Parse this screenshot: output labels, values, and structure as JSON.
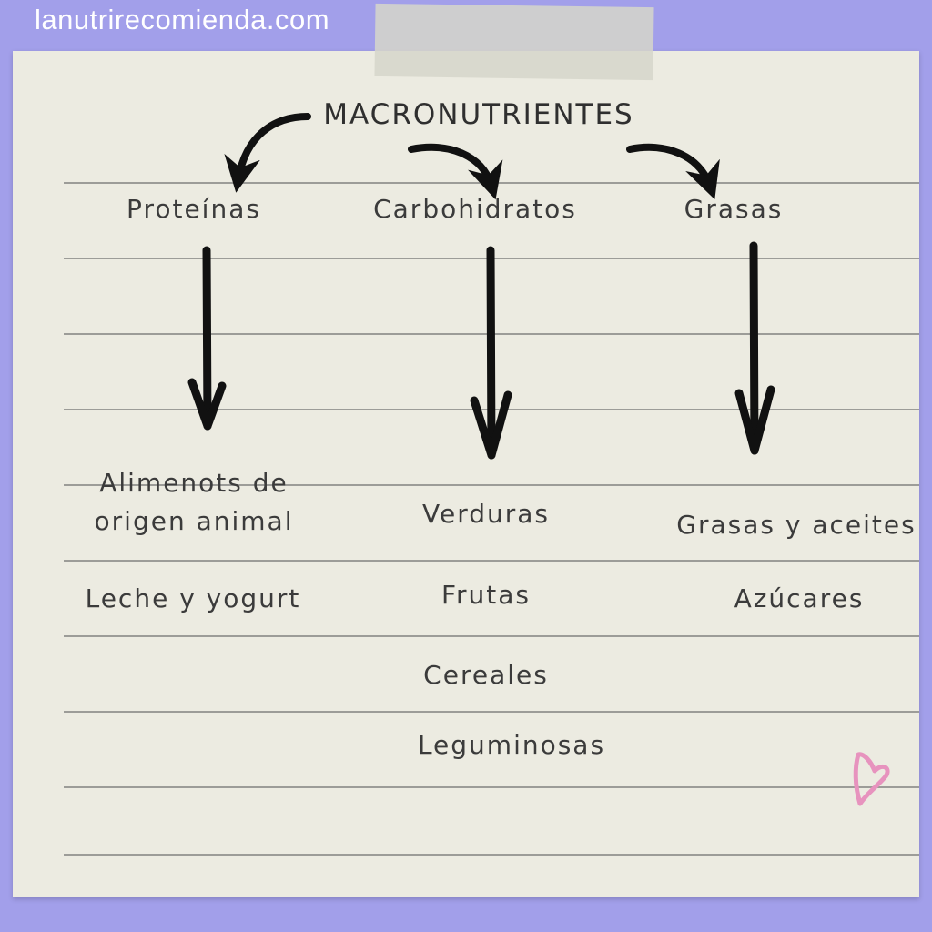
{
  "header": {
    "site": "lanutrirecomienda.com"
  },
  "diagram": {
    "title": "MACRONUTRIENTES",
    "categories": [
      {
        "label": "Proteínas",
        "items": [
          "Alimenots de origen animal",
          "Leche y yogurt"
        ]
      },
      {
        "label": "Carbohidratos",
        "items": [
          "Verduras",
          "Frutas",
          "Cereales",
          "Leguminosas"
        ]
      },
      {
        "label": "Grasas",
        "items": [
          "Grasas y aceites",
          "Azúcares"
        ]
      }
    ]
  },
  "colors": {
    "background": "#a29fea",
    "paper": "#ecebe1",
    "ink": "#111111",
    "heart": "#e793be"
  },
  "decor": {
    "heart_icon": "heart-icon"
  }
}
